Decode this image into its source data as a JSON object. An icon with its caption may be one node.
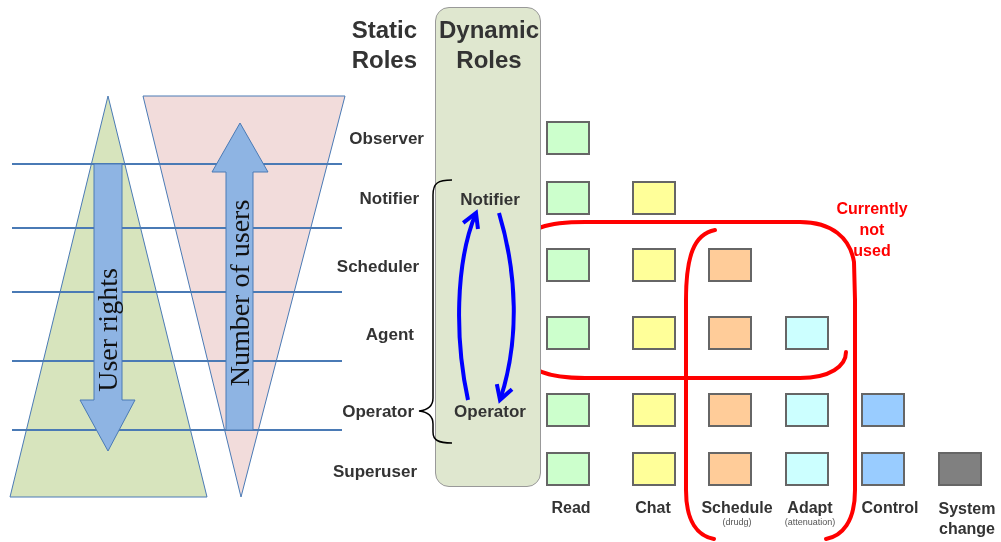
{
  "diagram": {
    "nodes": [
      {
        "text": [
          "Dynamic Roles"
        ]
      },
      {
        "text": [
          "Notifier"
        ],
        "in": 0
      },
      {
        "text": [
          "Operator"
        ],
        "in": 0
      },
      {
        "text": [],
        "shape": "box"
      },
      {
        "text": [],
        "shape": "box"
      },
      {
        "text": [],
        "shape": "box"
      },
      {
        "text": [],
        "shape": "box"
      },
      {
        "text": [],
        "shape": "box"
      },
      {
        "text": [],
        "shape": "box"
      },
      {
        "text": [],
        "shape": "box"
      },
      {
        "text": [],
        "shape": "box"
      },
      {
        "text": [],
        "shape": "box"
      },
      {
        "text": [],
        "shape": "box"
      },
      {
        "text": [],
        "shape": "box"
      },
      {
        "text": [],
        "shape": "box"
      },
      {
        "text": [],
        "shape": "box"
      },
      {
        "text": [],
        "shape": "box"
      },
      {
        "text": [],
        "shape": "box"
      },
      {
        "text": [],
        "shape": "box"
      },
      {
        "text": [],
        "shape": "box"
      },
      {
        "text": [],
        "shape": "box"
      },
      {
        "text": [],
        "shape": "box"
      },
      {
        "text": [],
        "shape": "box"
      },
      {
        "text": [],
        "shape": "box"
      }
    ],
    "edges": [
      {
        "from": 2,
        "to": 1,
        "arrow": "to"
      },
      {
        "from": 1,
        "to": 2,
        "arrow": "to"
      }
    ],
    "labels": [
      "Static Roles",
      "Observer",
      "Notifier",
      "Scheduler",
      "Agent",
      "Operator",
      "Superuser",
      "User rights",
      "Number of users",
      "Currently not used",
      "Read",
      "Chat",
      "Schedule",
      "(drudg)",
      "Adapt",
      "(attenuation)",
      "Control",
      "System change"
    ]
  }
}
